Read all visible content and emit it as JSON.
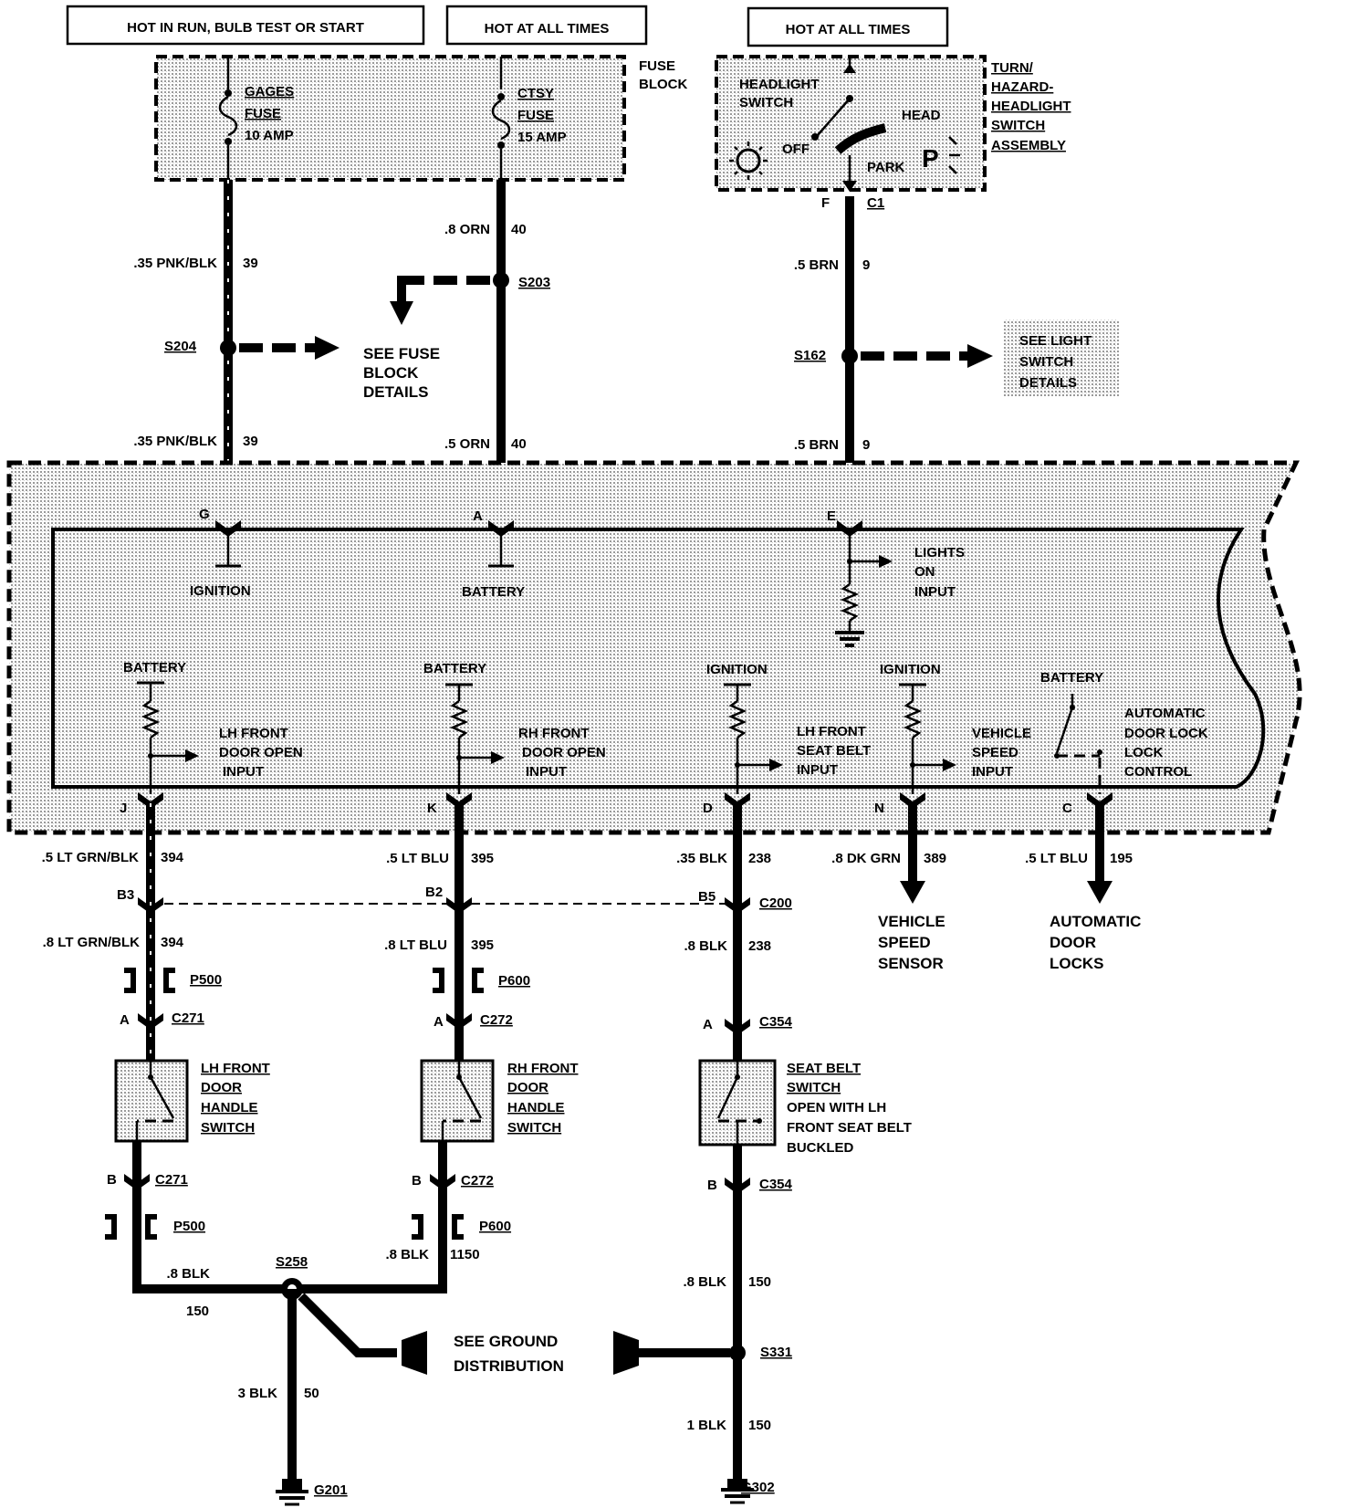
{
  "header": {
    "left": "HOT IN RUN, BULB TEST OR START",
    "mid": "HOT AT ALL TIMES",
    "right": "HOT AT ALL TIMES"
  },
  "fuse_block": {
    "label_1": "FUSE",
    "label_2": "BLOCK",
    "gages_1": "GAGES",
    "gages_2": "FUSE",
    "gages_3": "10 AMP",
    "ctsy_1": "CTSY",
    "ctsy_2": "FUSE",
    "ctsy_3": "15 AMP"
  },
  "switch_assembly": {
    "headlight_1": "HEADLIGHT",
    "headlight_2": "SWITCH",
    "off": "OFF",
    "head": "HEAD",
    "park": "PARK",
    "p": "P",
    "title_1": "TURN/",
    "title_2": "HAZARD-",
    "title_3": "HEADLIGHT",
    "title_4": "SWITCH",
    "title_5": "ASSEMBLY",
    "pin_f": "F",
    "conn_c1": "C1"
  },
  "top_wires": {
    "w39_a": ".35 PNK/BLK",
    "w39_a_num": "39",
    "w39_b": ".35 PNK/BLK",
    "w39_b_num": "39",
    "w40_a": ".8 ORN",
    "w40_a_num": "40",
    "w40_b": ".5 ORN",
    "w40_b_num": "40",
    "w9_a": ".5 BRN",
    "w9_a_num": "9",
    "w9_b": ".5 BRN",
    "w9_b_num": "9",
    "s204": "S204",
    "s203": "S203",
    "s162": "S162",
    "see_fuse_1": "SEE FUSE",
    "see_fuse_2": "BLOCK",
    "see_fuse_3": "DETAILS",
    "see_light_1": "SEE LIGHT",
    "see_light_2": "SWITCH",
    "see_light_3": "DETAILS"
  },
  "module": {
    "pin_g": "G",
    "pin_a": "A",
    "pin_e": "E",
    "ignition": "IGNITION",
    "battery": "BATTERY",
    "lights_1": "LIGHTS",
    "lights_2": "ON",
    "lights_3": "INPUT",
    "batt1": "BATTERY",
    "batt2": "BATTERY",
    "ign1": "IGNITION",
    "ign2": "IGNITION",
    "batt3": "BATTERY",
    "lh_door_1": "LH FRONT",
    "lh_door_2": "DOOR OPEN",
    "lh_door_3": "INPUT",
    "rh_door_1": "RH FRONT",
    "rh_door_2": "DOOR OPEN",
    "rh_door_3": "INPUT",
    "seat_1": "LH FRONT",
    "seat_2": "SEAT BELT",
    "seat_3": "INPUT",
    "vss_1": "VEHICLE",
    "vss_2": "SPEED",
    "vss_3": "INPUT",
    "adl_1": "AUTOMATIC",
    "adl_2": "DOOR LOCK",
    "adl_3": "LOCK",
    "adl_4": "CONTROL",
    "pin_j": "J",
    "pin_k": "K",
    "pin_d": "D",
    "pin_n": "N",
    "pin_c": "C"
  },
  "lower": {
    "w394_a": ".5 LT GRN/BLK",
    "w394_a_num": "394",
    "w395_a": ".5 LT BLU",
    "w395_a_num": "395",
    "w238_a": ".35 BLK",
    "w238_a_num": "238",
    "w389": ".8 DK GRN",
    "w389_num": "389",
    "w195": ".5 LT BLU",
    "w195_num": "195",
    "b3": "B3",
    "b2": "B2",
    "b5": "B5",
    "c200": "C200",
    "w394_b": ".8 LT GRN/BLK",
    "w394_b_num": "394",
    "w395_b": ".8 LT BLU",
    "w395_b_num": "395",
    "w238_b": ".8 BLK",
    "w238_b_num": "238",
    "vss_sensor_1": "VEHICLE",
    "vss_sensor_2": "SPEED",
    "vss_sensor_3": "SENSOR",
    "adl_out_1": "AUTOMATIC",
    "adl_out_2": "DOOR",
    "adl_out_3": "LOCKS",
    "p500_a": "P500",
    "p600_a": "P600",
    "pin_a1": "A",
    "pin_a2": "A",
    "pin_a3": "A",
    "c271_a": "C271",
    "c272_a": "C272",
    "c354_a": "C354",
    "lh_sw_1": "LH FRONT",
    "lh_sw_2": "DOOR",
    "lh_sw_3": "HANDLE",
    "lh_sw_4": "SWITCH",
    "rh_sw_1": "RH FRONT",
    "rh_sw_2": "DOOR",
    "rh_sw_3": "HANDLE",
    "rh_sw_4": "SWITCH",
    "sb_1": "SEAT BELT",
    "sb_2": "SWITCH",
    "sb_3": "OPEN WITH LH",
    "sb_4": "FRONT SEAT BELT",
    "sb_5": "BUCKLED",
    "pin_b1": "B",
    "pin_b2": "B",
    "pin_b3": "B",
    "c271_b": "C271",
    "c272_b": "C272",
    "c354_b": "C354",
    "p500_b": "P500",
    "p600_b": "P600",
    "w150_a": ".8 BLK",
    "w150_a_num": "150",
    "w1150": ".8 BLK",
    "w1150_num": "1150",
    "s258": "S258",
    "w150_c": ".8 BLK",
    "w150_c_num": "150",
    "see_ground_1": "SEE GROUND",
    "see_ground_2": "DISTRIBUTION",
    "s331": "S331",
    "w50": "3 BLK",
    "w50_num": "50",
    "w150_d": "1 BLK",
    "w150_d_num": "150",
    "g201": "G201",
    "g302": "G302"
  }
}
